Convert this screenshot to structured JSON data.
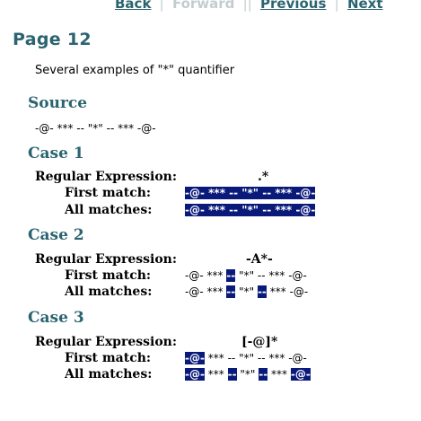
{
  "nav": {
    "back": "Back",
    "forward": "Forward",
    "previous": "Previous",
    "next": "Next",
    "sep1": "|",
    "sep2": "||",
    "sep3": "|"
  },
  "page_title": "Page 12",
  "intro": "Several examples of \"*\" quantifier",
  "source": {
    "title": "Source",
    "text": "-@- *** -- \"*\" -- *** -@-"
  },
  "labels": {
    "regex": "Regular Expression:",
    "first": "First match:",
    "all": "All matches:"
  },
  "cases": [
    {
      "title": "Case 1",
      "regex": ".*",
      "first": [
        {
          "t": "-@- *** -- \"*\" -- *** -@-",
          "h": true
        }
      ],
      "all": [
        {
          "t": "-@- *** -- \"*\" -- *** -@-",
          "h": true
        }
      ]
    },
    {
      "title": "Case 2",
      "regex": "-A*-",
      "first": [
        {
          "t": "-@- *** ",
          "h": false
        },
        {
          "t": "--",
          "h": true
        },
        {
          "t": " \"*\" -- *** -@-",
          "h": false
        }
      ],
      "all": [
        {
          "t": "-@- *** ",
          "h": false
        },
        {
          "t": "--",
          "h": true
        },
        {
          "t": " \"*\" ",
          "h": false
        },
        {
          "t": "--",
          "h": true
        },
        {
          "t": " *** -@-",
          "h": false
        }
      ]
    },
    {
      "title": "Case 3",
      "regex": "[-@]*",
      "first": [
        {
          "t": "-@-",
          "h": true
        },
        {
          "t": " *** -- \"*\" -- *** -@-",
          "h": false
        }
      ],
      "all": [
        {
          "t": "-@-",
          "h": true
        },
        {
          "t": " *** ",
          "h": false
        },
        {
          "t": "--",
          "h": true
        },
        {
          "t": " \"*\" ",
          "h": false
        },
        {
          "t": "--",
          "h": true
        },
        {
          "t": " *** ",
          "h": false
        },
        {
          "t": "-@-",
          "h": true
        }
      ]
    }
  ],
  "colors": {
    "heading": "#2b6470",
    "highlight_bg": "#0a1a7a",
    "highlight_fg": "#ffffff",
    "nav_disabled": "#c3cdd0"
  }
}
